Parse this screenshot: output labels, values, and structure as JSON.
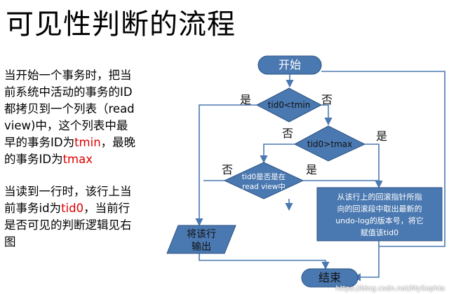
{
  "title": "可见性判断的流程",
  "paragraph1": {
    "lines": [
      [
        "当开始一个事务时，把当"
      ],
      [
        "前系统中活动的事务的ID"
      ],
      [
        "都拷贝到一个列表（read"
      ],
      [
        "view)中，这个列表中最"
      ],
      [
        "早的事务ID为",
        "tmin",
        "，最晚"
      ],
      [
        "的事务ID为",
        "tmax"
      ]
    ]
  },
  "paragraph2": {
    "lines": [
      [
        "当读到一行时，该行上当"
      ],
      [
        "前事务id为",
        "tid0",
        "，当前行"
      ],
      [
        "是否可见的判断逻辑见右"
      ],
      [
        "图"
      ]
    ]
  },
  "highlight_color": "#e00000",
  "flowchart": {
    "start": "开始",
    "decision1": "tid0<tmin",
    "decision2": "tid0>tmax",
    "decision3_lines": [
      "tid0是否是在",
      "read view中"
    ],
    "process_lines": [
      "从该行上的回滚指针所指",
      "向的回滚段中取出最新的",
      "undo-log的版本号，将它",
      "赋值该tid0"
    ],
    "output_lines": [
      "将该行",
      "输出"
    ],
    "end": "结束",
    "yes": "是",
    "no": "否",
    "node_fill": "#4a78b0",
    "node_stroke": "#2c5282",
    "arrow_color": "#4a78b0"
  },
  "watermark": "https://blog.csdn.net/MySophia"
}
